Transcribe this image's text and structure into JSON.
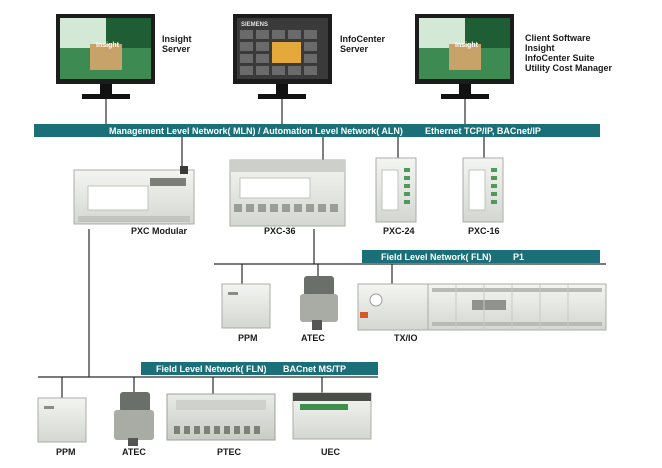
{
  "servers": {
    "insight": [
      "Insight",
      "Server"
    ],
    "infocenter": [
      "InfoCenter",
      "Server"
    ],
    "client": [
      "Client Software",
      "Insight",
      "InfoCenter  Suite",
      "Utility Cost Manager"
    ]
  },
  "screens": {
    "insight_logo": "Insight",
    "siemens_logo": "SIEMENS"
  },
  "networks": {
    "mln": "Management Level Network( MLN) / Automation Level Network( ALN)",
    "mln_protocol": "Ethernet TCP/IP, BACnet/IP",
    "fln_p1": "Field Level Network( FLN)",
    "fln_p1_protocol": "P1",
    "fln_bacnet": "Field Level Network( FLN)",
    "fln_bacnet_protocol": "BACnet MS/TP"
  },
  "devices": {
    "pxc_modular": "PXC Modular",
    "pxc_36": "PXC-36",
    "pxc_24": "PXC-24",
    "pxc_16": "PXC-16",
    "ppm_upper": "PPM",
    "atec_upper": "ATEC",
    "txio": "TX/IO",
    "ppm_lower": "PPM",
    "atec_lower": "ATEC",
    "ptec": "PTEC",
    "uec": "UEC"
  },
  "colors": {
    "network_bar": "#1a6f78",
    "wire": "#2a2a2a",
    "device_body": "#e6e8e4",
    "monitor_frame": "#1c1c1c"
  }
}
